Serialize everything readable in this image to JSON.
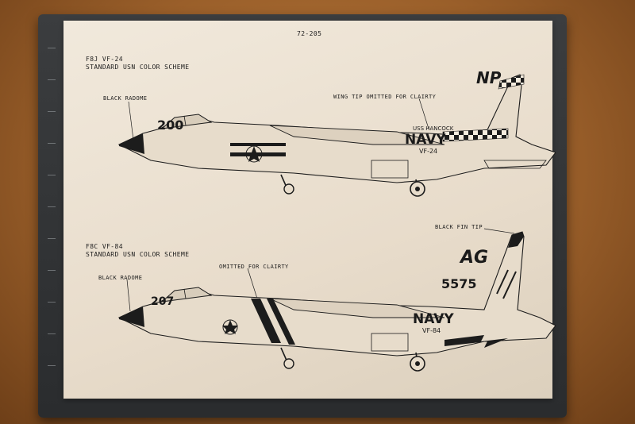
{
  "sheet": {
    "ref": "72-205"
  },
  "upper_profile": {
    "title_line1": "F8J VF-24",
    "title_line2": "STANDARD USN COLOR SCHEME",
    "callout_radome": "BLACK RADOME",
    "callout_wingtip": "WING TIP OMITTED FOR CLAIRTY",
    "modex": "200",
    "ship": "USS HANCOCK",
    "service": "NAVY",
    "squadron": "VF-24",
    "tail_code": "NP"
  },
  "lower_profile": {
    "title_line1": "F8C VF-84",
    "title_line2": "STANDARD USN COLOR SCHEME",
    "callout_radome": "BLACK RADOME",
    "callout_omitted": "OMITTED FOR CLAIRTY",
    "callout_fintip": "BLACK FIN TIP",
    "modex": "207",
    "bureau": "5575",
    "service": "NAVY",
    "squadron": "VF-84",
    "tail_code": "AG"
  },
  "colors": {
    "paper": "#ece2d3",
    "ink": "#1c1c1c",
    "background": "#a8682f",
    "mat": "#323436"
  }
}
